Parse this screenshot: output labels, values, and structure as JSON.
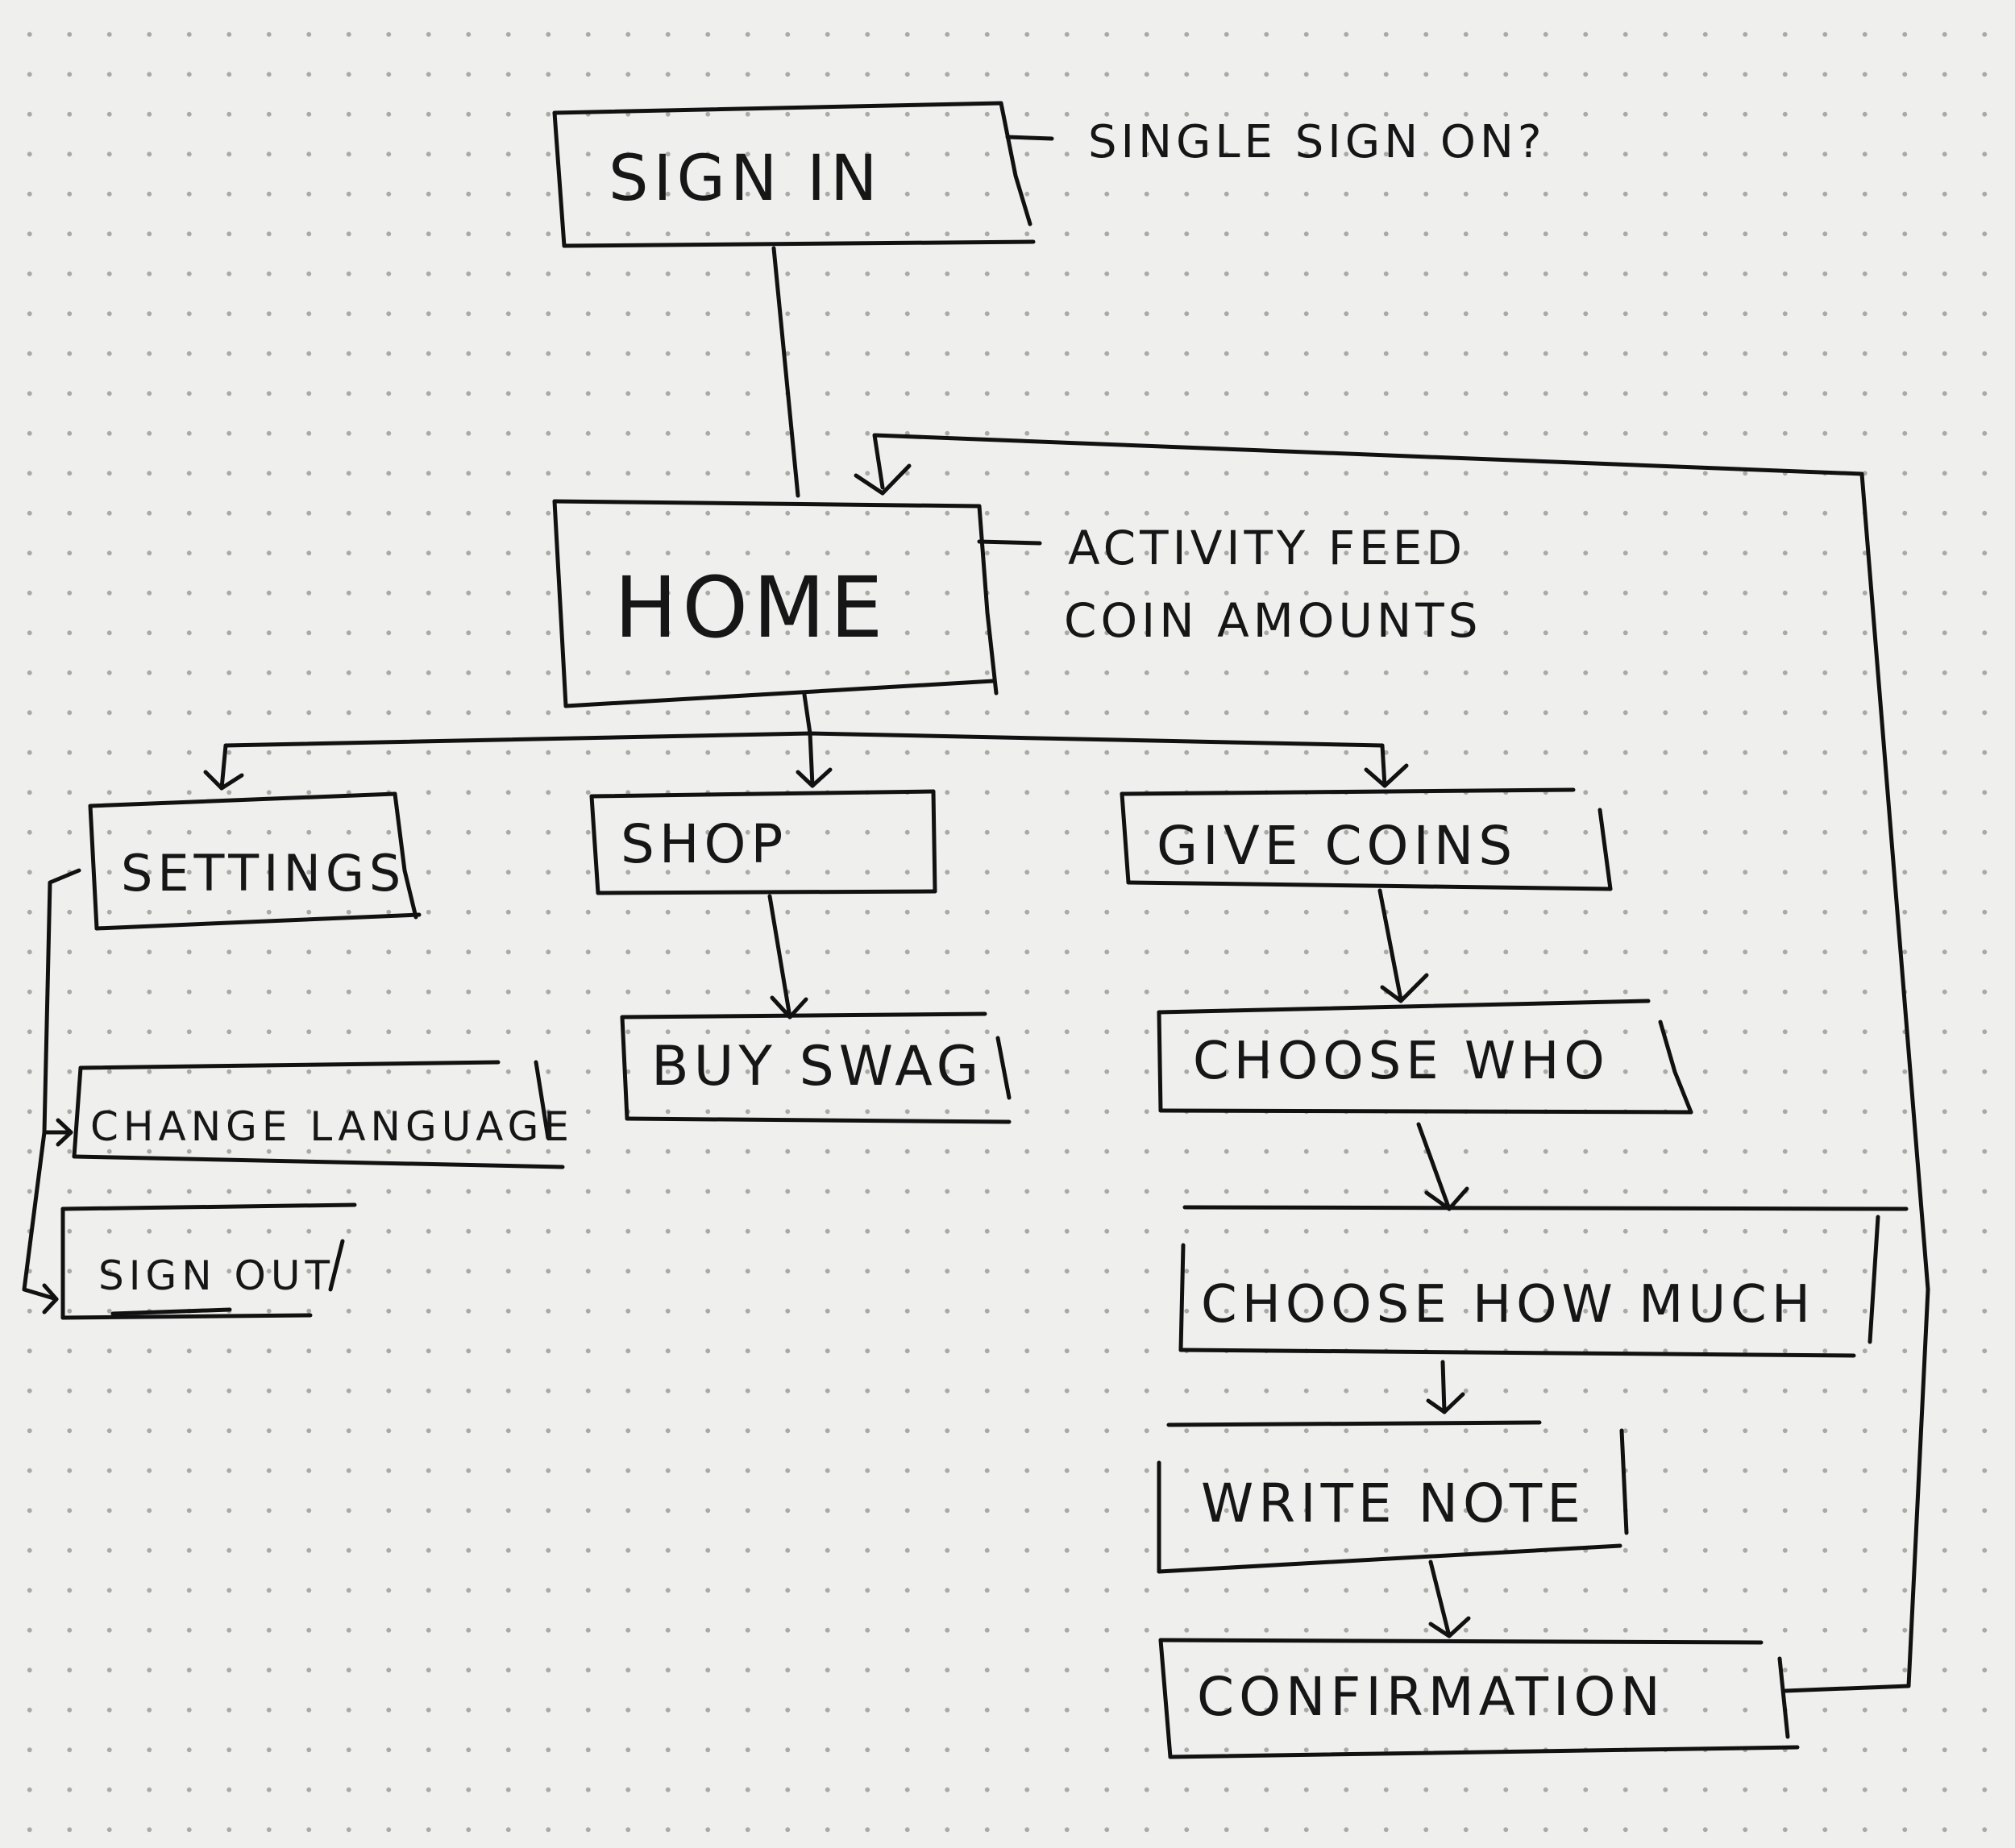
{
  "nodes": {
    "sign_in": "SIGN IN",
    "home": "HOME",
    "settings": "SETTINGS",
    "shop": "SHOP",
    "give_coins": "GIVE COINS",
    "change_language": "CHANGE LANGUAGE",
    "sign_out": "SIGN OUT",
    "buy_swag": "BUY SWAG",
    "choose_who": "CHOOSE WHO",
    "choose_how_much": "CHOOSE HOW MUCH",
    "write_note": "WRITE NOTE",
    "confirmation": "CONFIRMATION"
  },
  "notes": {
    "sign_in": "SINGLE SIGN ON?",
    "home_line1": "ACTIVITY FEED",
    "home_line2": "COIN AMOUNTS"
  },
  "colors": {
    "paper": "#efefed",
    "ink": "#111111",
    "dot": "#a9a9a6"
  }
}
